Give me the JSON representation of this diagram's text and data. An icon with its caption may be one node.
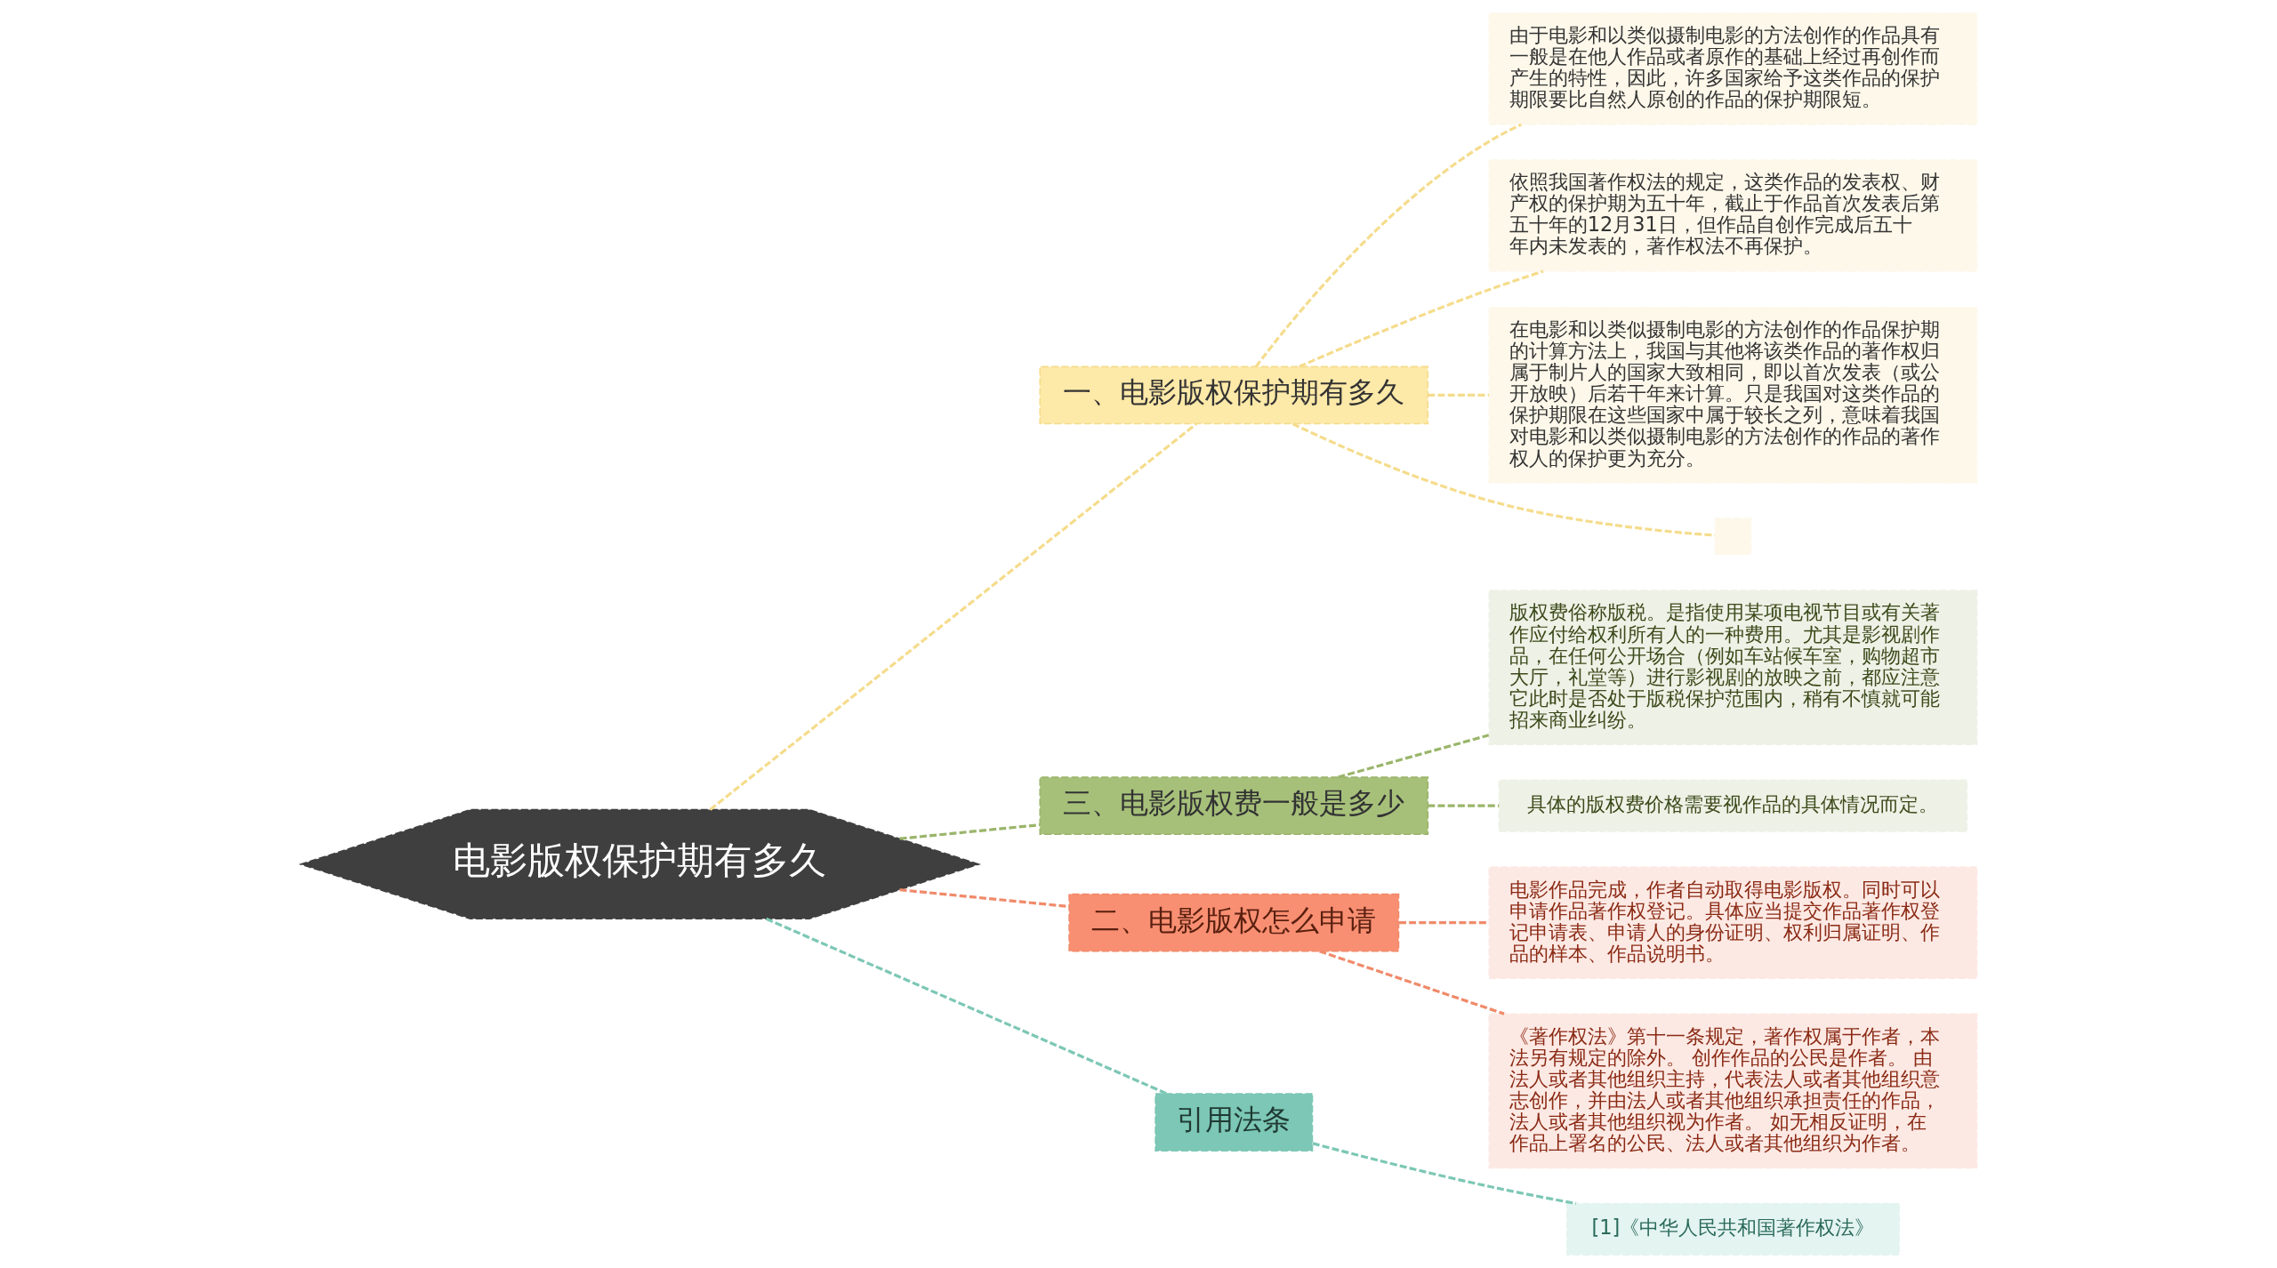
{
  "diagram": {
    "nodes": [
      {
        "text": [
          "电影版权保护期有多久"
        ]
      },
      {
        "text": [
          "一、电影版权保护期有多久"
        ]
      },
      {
        "text": [
          "由于电影和以类似摄制电影的方法创作的作品具有一般是在他人作品或者原作的基础上经过再创作而产生的特性，因此，许多国家给予这类作品的保护期限要比自然人原创的作品的保护期限短。"
        ]
      },
      {
        "text": [
          "依照我国著作权法的规定，这类作品的发表权、财产权的保护期为五十年，截止于作品首次发表后第五十年的12月31日，但作品自创作完成后五十年内未发表的，著作权法不再保护。"
        ]
      },
      {
        "text": [
          "在电影和以类似摄制电影的方法创作的作品保护期的计算方法上，我国与其他将该类作品的著作权归属于制片人的国家大致相同，即以首次发表（或公开放映）后若干年来计算。只是我国对这类作品的保护期限在这些国家中属于较长之列，意味着我国对电影和以类似摄制电影的方法创作的作品的著作权人的保护更为充分。"
        ]
      },
      {
        "text": [],
        "shape": "box"
      },
      {
        "text": [
          "三、电影版权费一般是多少"
        ]
      },
      {
        "text": [
          "版权费俗称版税。是指使用某项电视节目或有关著作应付给权利所有人的一种费用。尤其是影视剧作品，在任何公开场合（例如车站候车室，购物超市大厅，礼堂等）进行影视剧的放映之前，都应注意它此时是否处于版税保护范围内，稍有不慎就可能招来商业纠纷。"
        ]
      },
      {
        "text": [
          "具体的版权费价格需要视作品的具体情况而定。"
        ]
      },
      {
        "text": [
          "二、电影版权怎么申请"
        ]
      },
      {
        "text": [
          "电影作品完成，作者自动取得电影版权。同时可以申请作品著作权登记。具体应当提交作品著作权登记申请表、申请人的身份证明、权利归属证明、作品的样本、作品说明书。"
        ]
      },
      {
        "text": [
          "《著作权法》第十一条规定，著作权属于作者，本法另有规定的除外。 创作作品的公民是作者。 由法人或者其他组织主持，代表法人或者其他组织意志创作，并由法人或者其他组织承担责任的作品，法人或者其他组织视为作者。 如无相反证明，在作品上署名的公民、法人或者其他组织为作者。"
        ]
      },
      {
        "text": [
          "引用法条"
        ]
      },
      {
        "text": [
          "[1]《中华人民共和国著作权法》"
        ]
      }
    ],
    "edges": [
      {
        "from": 0,
        "to": 1,
        "arrow": "none",
        "style": "dashed",
        "color": "#f5dc8c"
      },
      {
        "from": 1,
        "to": 2,
        "arrow": "none",
        "style": "dashed",
        "color": "#f5dc8c"
      },
      {
        "from": 1,
        "to": 3,
        "arrow": "none",
        "style": "dashed",
        "color": "#f5dc8c"
      },
      {
        "from": 1,
        "to": 4,
        "arrow": "none",
        "style": "dashed",
        "color": "#f5dc8c"
      },
      {
        "from": 1,
        "to": 5,
        "arrow": "none",
        "style": "dashed",
        "color": "#f5dc8c"
      },
      {
        "from": 0,
        "to": 6,
        "arrow": "none",
        "style": "dashed",
        "color": "#9ab56a"
      },
      {
        "from": 6,
        "to": 7,
        "arrow": "none",
        "style": "dashed",
        "color": "#9ab56a"
      },
      {
        "from": 6,
        "to": 8,
        "arrow": "none",
        "style": "dashed",
        "color": "#9ab56a"
      },
      {
        "from": 0,
        "to": 9,
        "arrow": "none",
        "style": "dashed",
        "color": "#f08a6a"
      },
      {
        "from": 9,
        "to": 10,
        "arrow": "none",
        "style": "dashed",
        "color": "#f08a6a"
      },
      {
        "from": 9,
        "to": 11,
        "arrow": "none",
        "style": "dashed",
        "color": "#f08a6a"
      },
      {
        "from": 0,
        "to": 12,
        "arrow": "none",
        "style": "dashed",
        "color": "#7cc7b5"
      },
      {
        "from": 12,
        "to": 13,
        "arrow": "none",
        "style": "dashed",
        "color": "#7cc7b5"
      }
    ]
  }
}
